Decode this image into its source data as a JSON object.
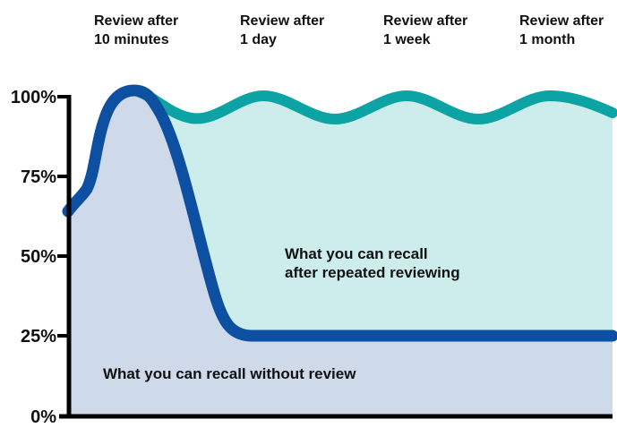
{
  "colors": {
    "curve_blue": "#0d4fa0",
    "curve_teal": "#0ba3a3",
    "fill_blue": "#ced9ea",
    "fill_teal": "#cdecec",
    "axis": "#000000",
    "text": "#111111"
  },
  "review_labels": [
    {
      "line1": "Review after",
      "line2": "10 minutes"
    },
    {
      "line1": "Review after",
      "line2": "1 day"
    },
    {
      "line1": "Review after",
      "line2": "1 week"
    },
    {
      "line1": "Review after",
      "line2": "1 month"
    }
  ],
  "y_axis": {
    "tick_labels": [
      "100%",
      "75%",
      "50%",
      "25%",
      "0%"
    ]
  },
  "annotations": {
    "with_review_line1": "What you can recall",
    "with_review_line2": "after repeated reviewing",
    "without_review": "What you can recall without review"
  },
  "chart_data": {
    "type": "area",
    "title": "",
    "xlabel": "",
    "ylabel": "",
    "ylim": [
      0,
      100
    ],
    "y_tick_labels": [
      "0%",
      "25%",
      "50%",
      "75%",
      "100%"
    ],
    "grid": false,
    "legend_position": "inline-annotations",
    "x_review_events": [
      "Review after 10 minutes",
      "Review after 1 day",
      "Review after 1 week",
      "Review after 1 month"
    ],
    "series": [
      {
        "name": "What you can recall without review",
        "style": "thick dark-blue line, light blue-gray area fill",
        "x_pct_of_width": [
          0,
          4,
          7,
          10,
          13,
          16,
          20,
          25,
          30,
          34,
          100
        ],
        "y_recall_pct": [
          65,
          70,
          80,
          96,
          100,
          100,
          82,
          48,
          28,
          25,
          25
        ]
      },
      {
        "name": "What you can recall after repeated reviewing",
        "style": "thick teal wavy line, pale teal area fill above the 25% flat line",
        "x_pct_of_width": [
          14,
          23,
          36,
          49,
          62,
          75,
          88,
          100
        ],
        "y_recall_pct": [
          100,
          95,
          100,
          95,
          100,
          95,
          100,
          96
        ]
      }
    ]
  }
}
